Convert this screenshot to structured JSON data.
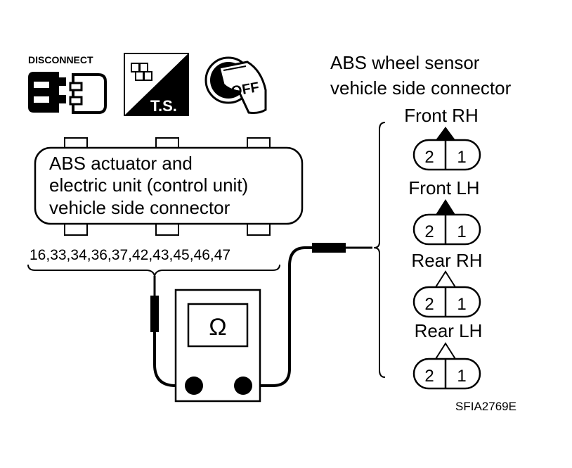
{
  "icons": {
    "disconnect_label": "DISCONNECT",
    "ts_label": "T.S.",
    "key_label": "OFF"
  },
  "actuator": {
    "line1": "ABS actuator and",
    "line2": "electric unit (control unit)",
    "line3": "vehicle side connector",
    "terminals": "16,33,34,36,37,42,43,45,46,47"
  },
  "meter": {
    "symbol": "Ω"
  },
  "sensor": {
    "title_line1": "ABS wheel sensor",
    "title_line2": "vehicle side connector",
    "connectors": [
      {
        "label": "Front RH",
        "pin_left": "2",
        "pin_right": "1",
        "marker": "filled"
      },
      {
        "label": "Front LH",
        "pin_left": "2",
        "pin_right": "1",
        "marker": "filled"
      },
      {
        "label": "Rear RH",
        "pin_left": "2",
        "pin_right": "1",
        "marker": "outline"
      },
      {
        "label": "Rear LH",
        "pin_left": "2",
        "pin_right": "1",
        "marker": "outline"
      }
    ]
  },
  "figure_id": "SFIA2769E"
}
